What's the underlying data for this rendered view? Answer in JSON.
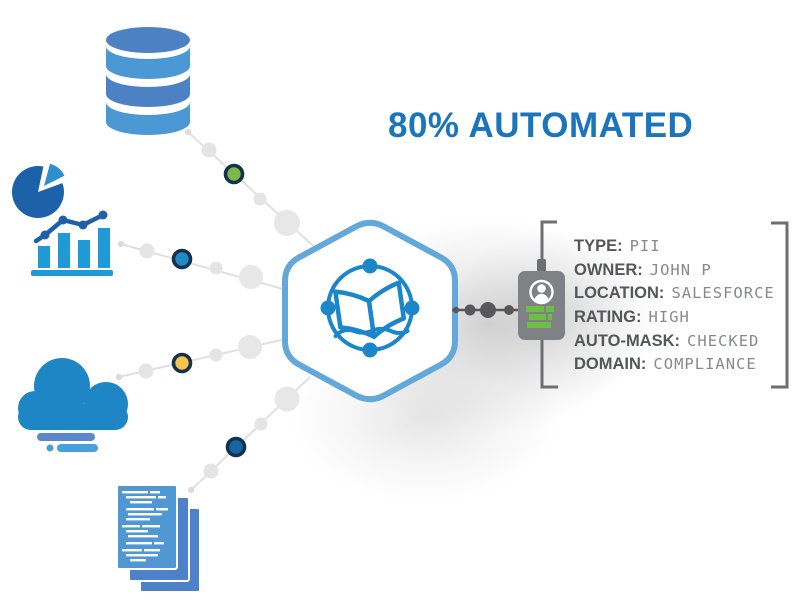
{
  "title": "80% AUTOMATED",
  "metadata": {
    "rows": [
      {
        "label": "TYPE:",
        "value": "PII"
      },
      {
        "label": "OWNER:",
        "value": "JOHN P"
      },
      {
        "label": "LOCATION:",
        "value": "SALESFORCE"
      },
      {
        "label": "RATING:",
        "value": "HIGH"
      },
      {
        "label": "AUTO-MASK:",
        "value": "CHECKED"
      },
      {
        "label": "DOMAIN:",
        "value": "COMPLIANCE"
      }
    ]
  },
  "source_icons": [
    "database",
    "pie-chart",
    "bar-line-chart",
    "cloud",
    "documents"
  ],
  "center_icon": "open-book-network-hexagon",
  "result_icon": "id-badge",
  "colors": {
    "title_blue": "#1a75bc",
    "icon_blue": "#1b87c9",
    "hexagon_border": "#63a8db",
    "pie_dark_blue": "#1d61a8",
    "pie_light_slice": "#2e8ecf",
    "bar_blue": "#1f9ad6",
    "cloud_blue": "#1f86c5",
    "database_dark_band": "#4c82c3",
    "database_light_band": "#4b98d4",
    "document_front": "#5098d4",
    "document_back": "#4d82c8",
    "dot_green": "#7cb944",
    "dot_blue": "#1e8bc3",
    "dot_yellow": "#f6c54d",
    "dot_deep_blue": "#1566a3",
    "dot_ring_navy": "#14314f",
    "connector_light_gray": "#e0e0e0",
    "connector_dark_gray": "#58585a",
    "badge_gray": "#808184",
    "badge_green_bars": "#6cbf44",
    "bracket_gray": "#6d6e71",
    "label_text": "#54565a",
    "value_text": "#87898c"
  }
}
